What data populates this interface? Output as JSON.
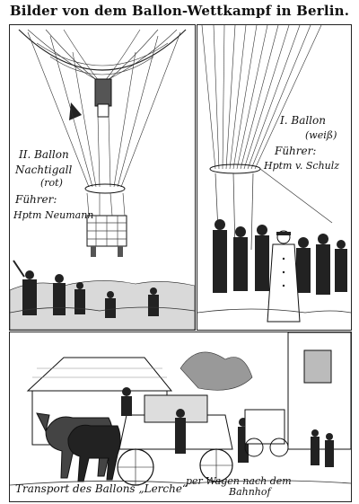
{
  "title": "Bilder von dem Ballon-Wettkampf in Berlin.",
  "panels": {
    "left": {
      "caption_line1": "II. Ballon",
      "caption_line2": "Nachtigall",
      "caption_line2b": "(rot)",
      "pilot_label": "Führer:",
      "pilot_name": "Hptm Neumann"
    },
    "right": {
      "caption_line1": "I. Ballon",
      "caption_line2": "(weiß)",
      "pilot_label": "Führer:",
      "pilot_name": "Hptm v. Schulz"
    },
    "bottom": {
      "caption_a": "Transport des Ballons „Lerche“",
      "caption_b": "per Wagen nach dem",
      "caption_c": "Bahnhof"
    }
  }
}
